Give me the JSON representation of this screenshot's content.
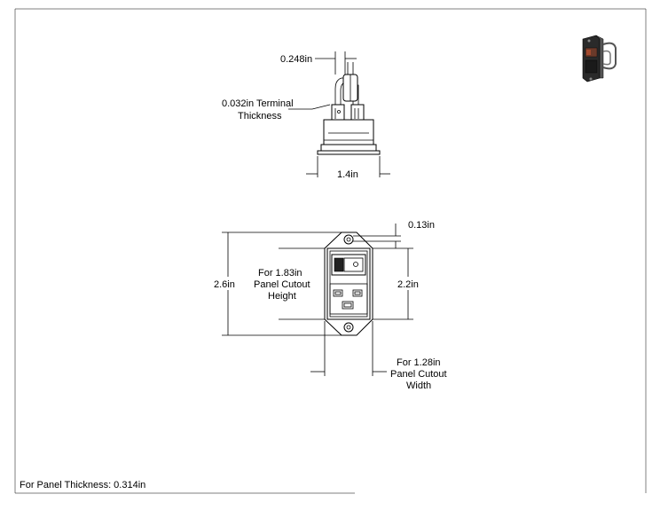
{
  "side_view": {
    "dim_top": "0.248in",
    "dim_terminal": [
      "0.032in Terminal",
      "Thickness"
    ],
    "dim_width": "1.4in"
  },
  "front_view": {
    "dim_hole_offset": "0.13in",
    "dim_overall_height": "2.6in",
    "dim_body_height": "2.2in",
    "dim_cutout_height": [
      "For 1.83in",
      "Panel Cutout",
      "Height"
    ],
    "dim_cutout_width": [
      "For 1.28in",
      "Panel Cutout",
      "Width"
    ]
  },
  "note": "For Panel Thickness: 0.314in"
}
